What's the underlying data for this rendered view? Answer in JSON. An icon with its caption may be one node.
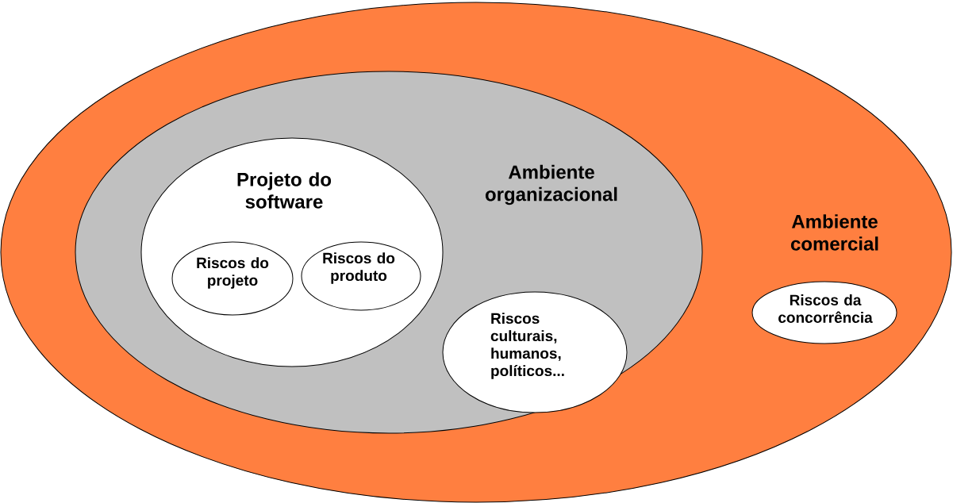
{
  "diagram": {
    "nodes": [
      {
        "text": [
          "Ambiente comercial"
        ]
      },
      {
        "text": [
          "Ambiente organizacional"
        ],
        "in": 0
      },
      {
        "text": [
          "Projeto do software"
        ],
        "in": 1
      },
      {
        "text": [
          "Riscos do projeto"
        ],
        "in": 2
      },
      {
        "text": [
          "Riscos do produto"
        ],
        "in": 2
      },
      {
        "text": [
          "Riscos culturais, humanos, políticos..."
        ],
        "in": 1
      },
      {
        "text": [
          "Riscos da concorrência"
        ],
        "in": 0
      }
    ]
  }
}
